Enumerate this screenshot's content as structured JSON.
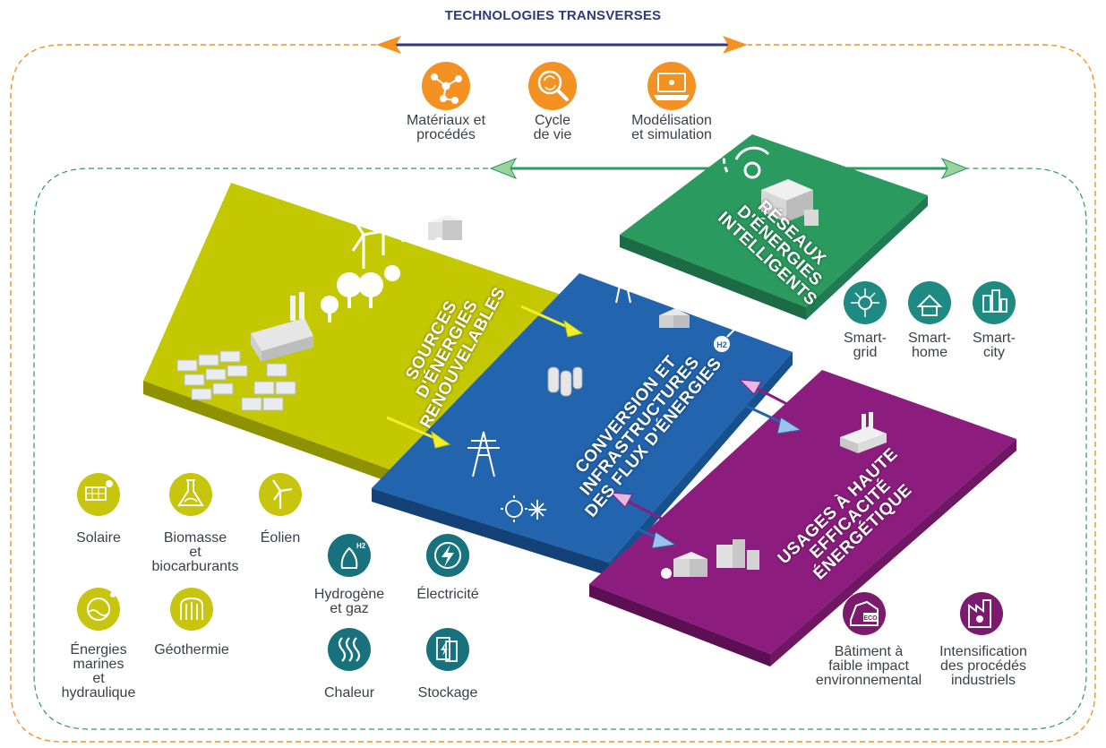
{
  "header": {
    "title": "TECHNOLOGIES TRANSVERSES"
  },
  "colors": {
    "orange": "#f39223",
    "green": "#2a9a5e",
    "olive": "#c4c800",
    "blue": "#2264ae",
    "purple": "#8c1d7e",
    "teal": "#1f8a82",
    "icon_olive": "#c7c50d",
    "icon_teal": "#17727e",
    "icon_purple": "#7c1a6e"
  },
  "transverse": [
    {
      "label_lines": [
        "Matériaux et",
        "procédés"
      ],
      "icon": "molecule-icon"
    },
    {
      "label_lines": [
        "Cycle",
        "de vie"
      ],
      "icon": "recycle-magnifier-icon"
    },
    {
      "label_lines": [
        "Modélisation",
        "et simulation"
      ],
      "icon": "computer-icon"
    }
  ],
  "plates": {
    "renewables": {
      "title_lines": [
        "SOURCES",
        "D'ÉNERGIES",
        "RENOUVELABLES"
      ]
    },
    "networks": {
      "title_lines": [
        "RÉSEAUX",
        "D'ÉNERGIES",
        "INTELLIGENTS"
      ]
    },
    "conversion": {
      "title_lines": [
        "CONVERSION ET",
        "INFRASTRUCTURES",
        "DES FLUX D'ÉNERGIES"
      ]
    },
    "usages": {
      "title_lines": [
        "USAGES À HAUTE",
        "EFFICACITÉ",
        "ÉNERGÉTIQUE"
      ]
    }
  },
  "smart": [
    {
      "label_lines": [
        "Smart-",
        "grid"
      ],
      "icon": "smart-grid-icon"
    },
    {
      "label_lines": [
        "Smart-",
        "home"
      ],
      "icon": "smart-home-icon"
    },
    {
      "label_lines": [
        "Smart-",
        "city"
      ],
      "icon": "smart-city-icon"
    }
  ],
  "renewable_sources": [
    {
      "label_lines": [
        "Solaire"
      ],
      "icon": "solar-panel-icon"
    },
    {
      "label_lines": [
        "Biomasse",
        "et",
        "biocarburants"
      ],
      "icon": "biomass-flask-icon"
    },
    {
      "label_lines": [
        "Éolien"
      ],
      "icon": "wind-turbine-icon"
    },
    {
      "label_lines": [
        "Énergies",
        "marines",
        "et",
        "hydraulique"
      ],
      "icon": "marine-energy-icon"
    },
    {
      "label_lines": [
        "Géothermie"
      ],
      "icon": "geothermal-icon"
    }
  ],
  "conversion_items": [
    {
      "label_lines": [
        "Hydrogène",
        "et gaz"
      ],
      "icon": "hydrogen-icon"
    },
    {
      "label_lines": [
        "Électricité"
      ],
      "icon": "lightning-icon"
    },
    {
      "label_lines": [
        "Chaleur"
      ],
      "icon": "heat-waves-icon"
    },
    {
      "label_lines": [
        "Stockage"
      ],
      "icon": "battery-icon"
    }
  ],
  "usage_items": [
    {
      "label_lines": [
        "Bâtiment à",
        "faible impact",
        "environnemental"
      ],
      "icon": "eco-building-icon"
    },
    {
      "label_lines": [
        "Intensification",
        "des procédés",
        "industriels"
      ],
      "icon": "factory-gear-icon"
    }
  ]
}
